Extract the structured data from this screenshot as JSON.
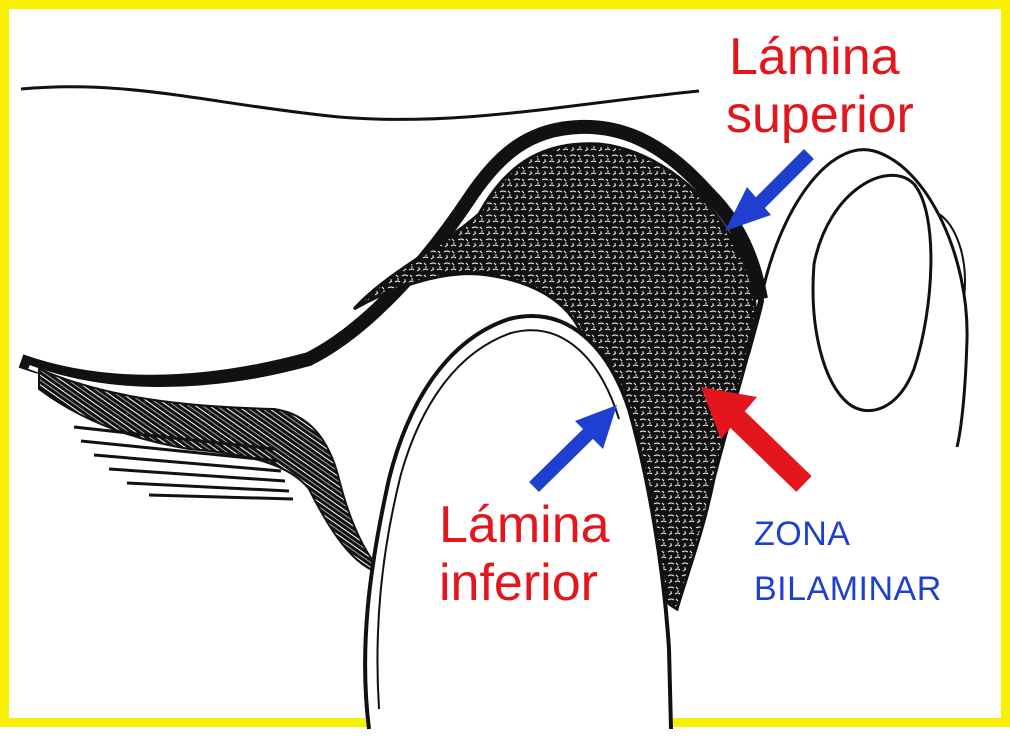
{
  "labels": {
    "lamina_superior": [
      "Lámina",
      "superior"
    ],
    "lamina_inferior": [
      "Lámina",
      "inferior"
    ],
    "zona_bilaminar": [
      "ZONA",
      "BILAMINAR"
    ]
  },
  "colors": {
    "frame": "#f7f000",
    "label_red": "#e3161e",
    "label_blue": "#1f3fd1",
    "arrow_blue": "#1f3fd1",
    "arrow_red": "#e3161e",
    "tissue": "#111111"
  }
}
